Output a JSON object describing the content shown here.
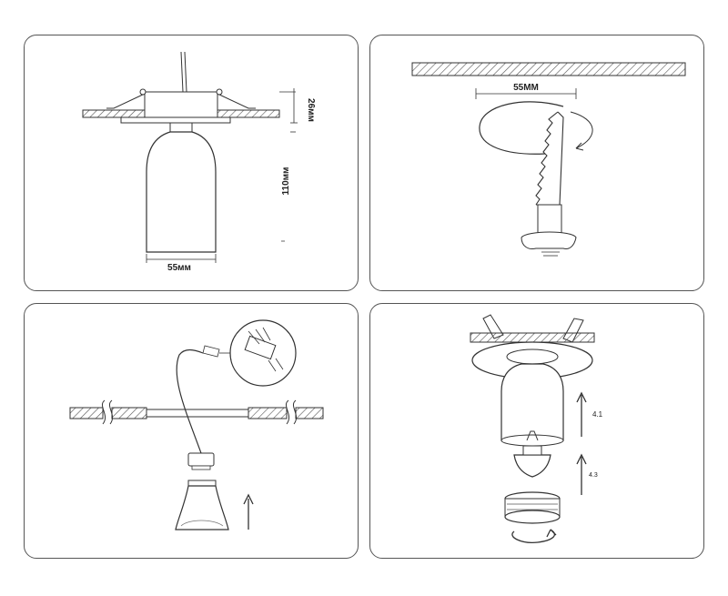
{
  "panels": {
    "dimensions": {
      "height_cap": "26мм",
      "height_body": "110мм",
      "width_body": "55мм"
    },
    "cutout": {
      "diameter": "55MM"
    },
    "wiring": {},
    "assembly": {
      "step_1": "4.1",
      "step_2": "4.3"
    }
  },
  "colors": {
    "line": "#333333",
    "hatch": "#555555",
    "frame": "#555555"
  }
}
